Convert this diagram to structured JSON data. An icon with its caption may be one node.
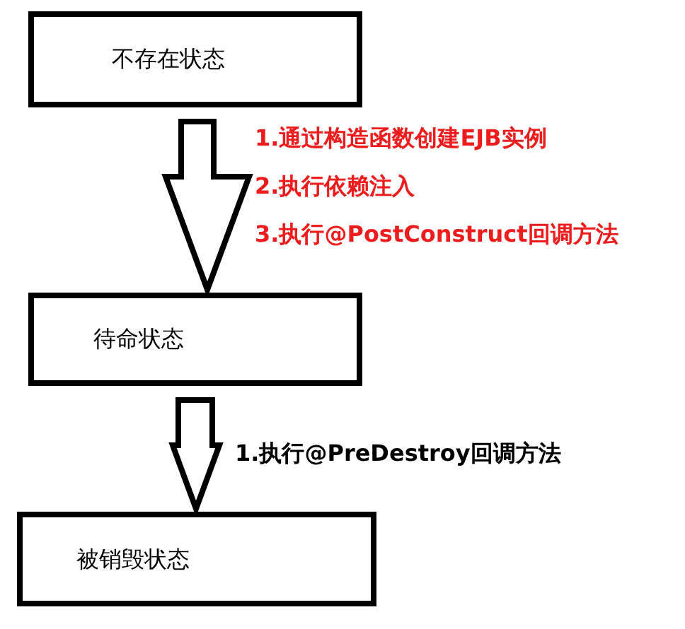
{
  "diagram": {
    "nodes": [
      {
        "text": [
          "不存在状态"
        ]
      },
      {
        "text": [
          "待命状态"
        ]
      },
      {
        "text": [
          "被销毁状态"
        ]
      }
    ],
    "edges": [
      {
        "from": 0,
        "to": 1,
        "arrow": "to",
        "style": "thick"
      },
      {
        "from": 1,
        "to": 2,
        "arrow": "to",
        "style": "thick",
        "label": "1.执行@PreDestroy回调方法"
      }
    ],
    "labels": [
      "1.通过构造函数创建EJB实例",
      "2.执行依赖注入",
      "3.执行@PostConstruct回调方法"
    ]
  }
}
